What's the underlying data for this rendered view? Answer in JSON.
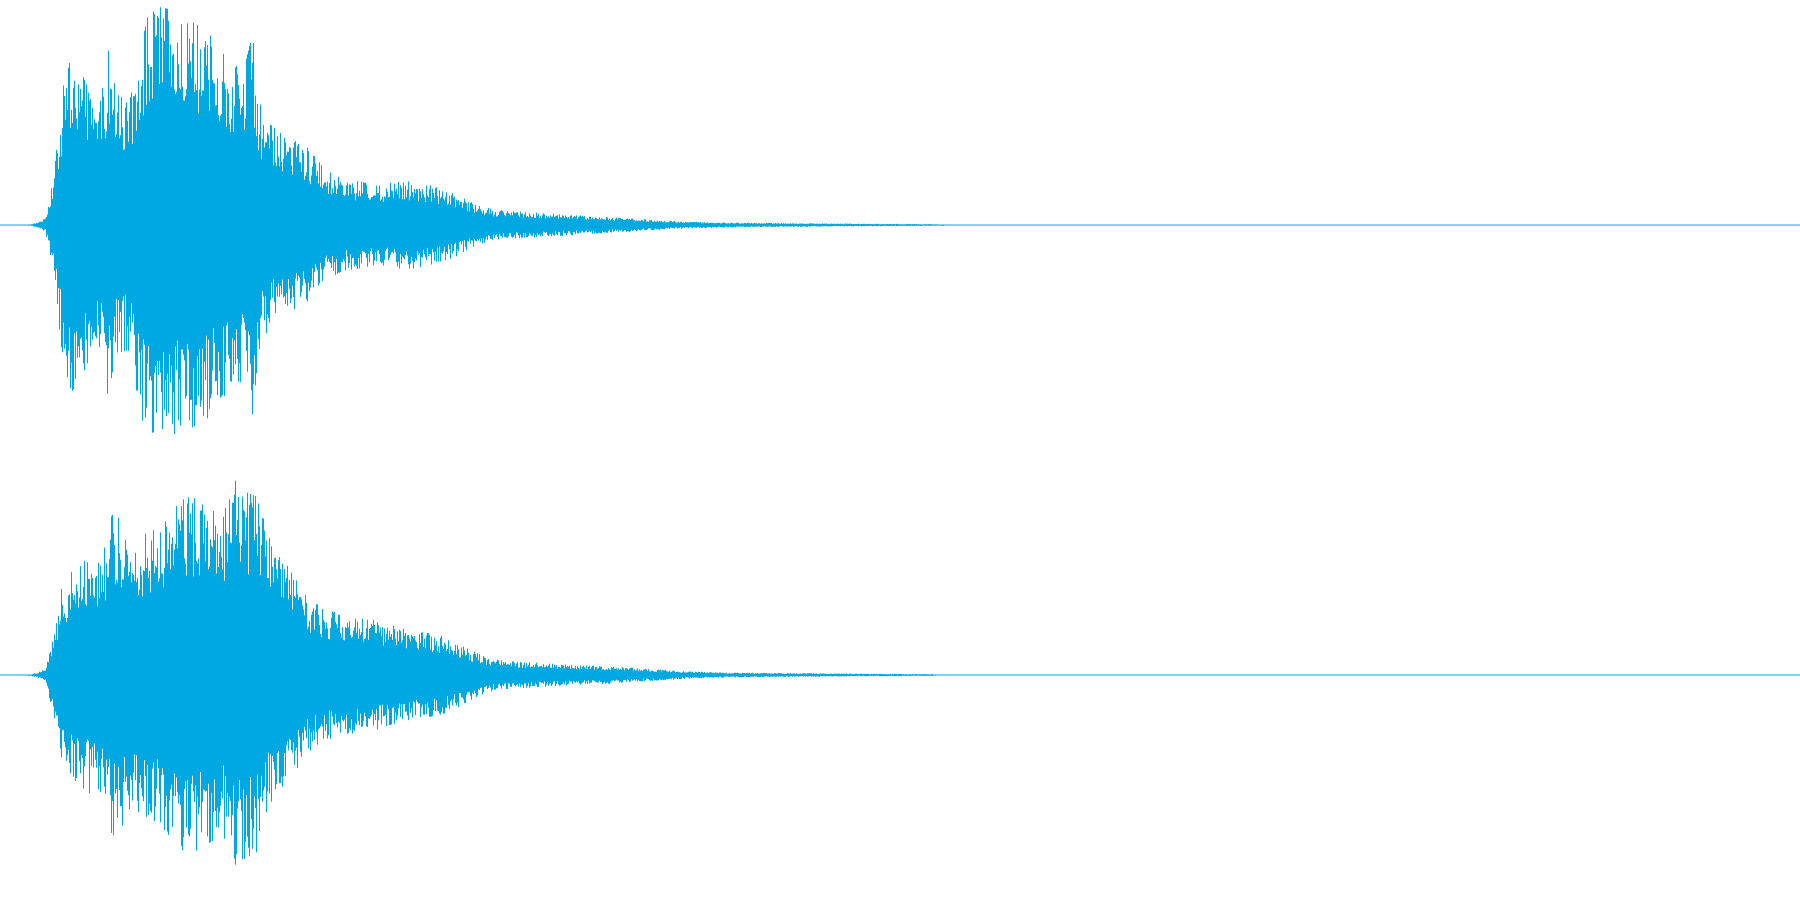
{
  "waveform": {
    "color": "#00a8e1",
    "background": "#ffffff",
    "channels": [
      {
        "name": "channel-1",
        "envelope": [
          [
            0.0,
            0.0
          ],
          [
            0.015,
            0.0
          ],
          [
            0.02,
            0.01
          ],
          [
            0.025,
            0.03
          ],
          [
            0.03,
            0.25
          ],
          [
            0.032,
            0.42
          ],
          [
            0.036,
            0.72
          ],
          [
            0.04,
            0.76
          ],
          [
            0.045,
            0.7
          ],
          [
            0.05,
            0.6
          ],
          [
            0.055,
            0.56
          ],
          [
            0.06,
            0.8
          ],
          [
            0.064,
            0.62
          ],
          [
            0.068,
            0.58
          ],
          [
            0.072,
            0.58
          ],
          [
            0.078,
            0.88
          ],
          [
            0.082,
            0.96
          ],
          [
            0.088,
            1.0
          ],
          [
            0.094,
            0.99
          ],
          [
            0.1,
            0.92
          ],
          [
            0.108,
            0.93
          ],
          [
            0.116,
            0.88
          ],
          [
            0.124,
            0.8
          ],
          [
            0.13,
            0.76
          ],
          [
            0.136,
            0.74
          ],
          [
            0.14,
            0.88
          ],
          [
            0.144,
            0.56
          ],
          [
            0.15,
            0.46
          ],
          [
            0.16,
            0.4
          ],
          [
            0.17,
            0.36
          ],
          [
            0.18,
            0.26
          ],
          [
            0.19,
            0.21
          ],
          [
            0.2,
            0.2
          ],
          [
            0.21,
            0.18
          ],
          [
            0.22,
            0.2
          ],
          [
            0.23,
            0.2
          ],
          [
            0.24,
            0.18
          ],
          [
            0.25,
            0.16
          ],
          [
            0.258,
            0.12
          ],
          [
            0.265,
            0.09
          ],
          [
            0.275,
            0.07
          ],
          [
            0.29,
            0.06
          ],
          [
            0.3,
            0.055
          ],
          [
            0.32,
            0.045
          ],
          [
            0.34,
            0.035
          ],
          [
            0.36,
            0.025
          ],
          [
            0.38,
            0.016
          ],
          [
            0.4,
            0.012
          ],
          [
            0.42,
            0.01
          ],
          [
            0.45,
            0.008
          ],
          [
            0.48,
            0.006
          ],
          [
            0.5,
            0.005
          ],
          [
            0.52,
            0.004
          ],
          [
            0.524,
            0.0
          ],
          [
            1.0,
            0.0
          ]
        ]
      },
      {
        "name": "channel-2",
        "envelope": [
          [
            0.0,
            0.0
          ],
          [
            0.015,
            0.0
          ],
          [
            0.02,
            0.01
          ],
          [
            0.025,
            0.03
          ],
          [
            0.03,
            0.2
          ],
          [
            0.034,
            0.4
          ],
          [
            0.04,
            0.48
          ],
          [
            0.046,
            0.52
          ],
          [
            0.052,
            0.56
          ],
          [
            0.058,
            0.6
          ],
          [
            0.062,
            0.74
          ],
          [
            0.066,
            0.72
          ],
          [
            0.072,
            0.62
          ],
          [
            0.078,
            0.64
          ],
          [
            0.084,
            0.66
          ],
          [
            0.09,
            0.7
          ],
          [
            0.096,
            0.76
          ],
          [
            0.1,
            0.8
          ],
          [
            0.106,
            0.82
          ],
          [
            0.112,
            0.79
          ],
          [
            0.118,
            0.76
          ],
          [
            0.124,
            0.74
          ],
          [
            0.13,
            0.9
          ],
          [
            0.136,
            0.84
          ],
          [
            0.142,
            0.82
          ],
          [
            0.146,
            0.72
          ],
          [
            0.152,
            0.56
          ],
          [
            0.158,
            0.52
          ],
          [
            0.164,
            0.44
          ],
          [
            0.17,
            0.36
          ],
          [
            0.18,
            0.3
          ],
          [
            0.19,
            0.28
          ],
          [
            0.2,
            0.26
          ],
          [
            0.21,
            0.25
          ],
          [
            0.22,
            0.22
          ],
          [
            0.23,
            0.2
          ],
          [
            0.24,
            0.19
          ],
          [
            0.25,
            0.17
          ],
          [
            0.26,
            0.12
          ],
          [
            0.27,
            0.08
          ],
          [
            0.28,
            0.065
          ],
          [
            0.3,
            0.055
          ],
          [
            0.32,
            0.045
          ],
          [
            0.34,
            0.04
          ],
          [
            0.36,
            0.028
          ],
          [
            0.38,
            0.018
          ],
          [
            0.4,
            0.012
          ],
          [
            0.42,
            0.01
          ],
          [
            0.45,
            0.008
          ],
          [
            0.48,
            0.006
          ],
          [
            0.5,
            0.005
          ],
          [
            0.518,
            0.004
          ],
          [
            0.52,
            0.0
          ],
          [
            1.0,
            0.0
          ]
        ]
      }
    ]
  }
}
